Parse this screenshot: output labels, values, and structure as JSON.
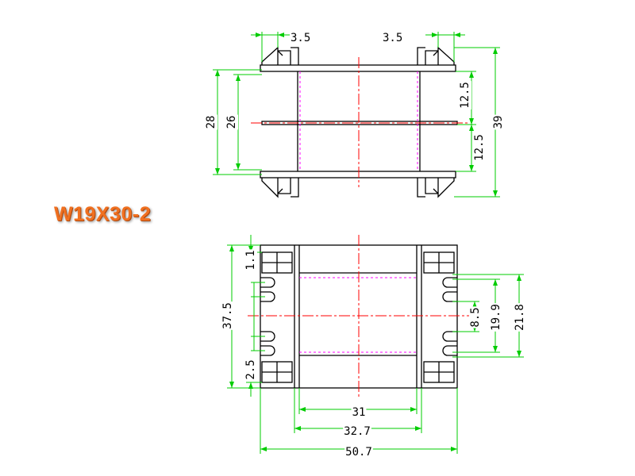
{
  "title": "W19X30-2",
  "colors": {
    "outline": "#000000",
    "dimension": "#00cc00",
    "center_line": "#ff0000",
    "hidden_line": "#ff00ff",
    "title": "#f07020"
  },
  "top_view": {
    "dims": {
      "tab_left": "3.5",
      "tab_right": "3.5",
      "outer_height": "28",
      "inner_height": "26",
      "half_upper": "12.5",
      "half_lower": "12.5",
      "total_height": "39"
    }
  },
  "bottom_view": {
    "dims": {
      "top_offset": "1.1",
      "overall_height": "37.5",
      "bottom_offset": "2.5",
      "slot_pitch": "8.5",
      "slot_span": "19.9",
      "slot_span_outer": "21.8",
      "core_width": "31",
      "bobbin_width": "32.7",
      "overall_width": "50.7"
    }
  }
}
